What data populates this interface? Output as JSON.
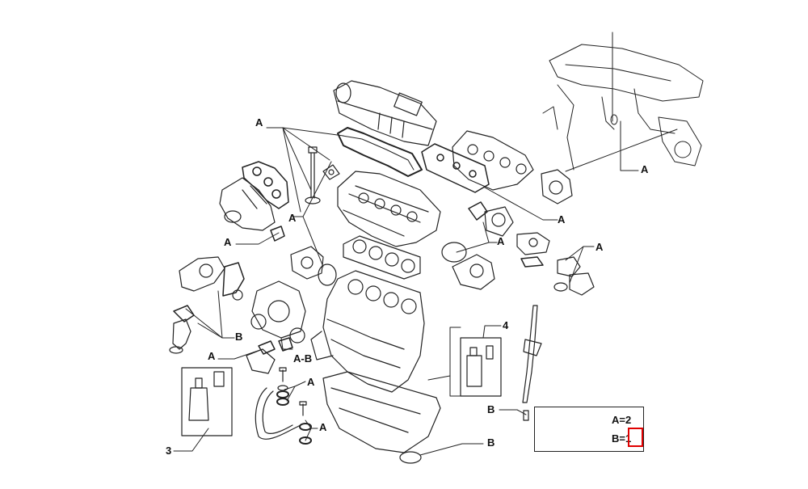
{
  "callouts": {
    "a_top_left": "A",
    "a_center": "A",
    "a_left_mid": "A",
    "a_intake_right": "A",
    "a_thermostat": "A",
    "a_right_egr": "A",
    "a_top_right_inset": "A",
    "a_lower_left": "A",
    "ab_lower_mid": "A-B",
    "a_pipe_upper": "A",
    "a_pipe_lower": "A",
    "b_left": "B",
    "b_right_upper": "B",
    "b_right_lower": "B",
    "kit_3": "3",
    "kit_4": "4"
  },
  "legend": {
    "a_qty": "A=2",
    "b_qty": "B=1"
  },
  "colors": {
    "line": "#222222",
    "highlight": "#e00000"
  }
}
